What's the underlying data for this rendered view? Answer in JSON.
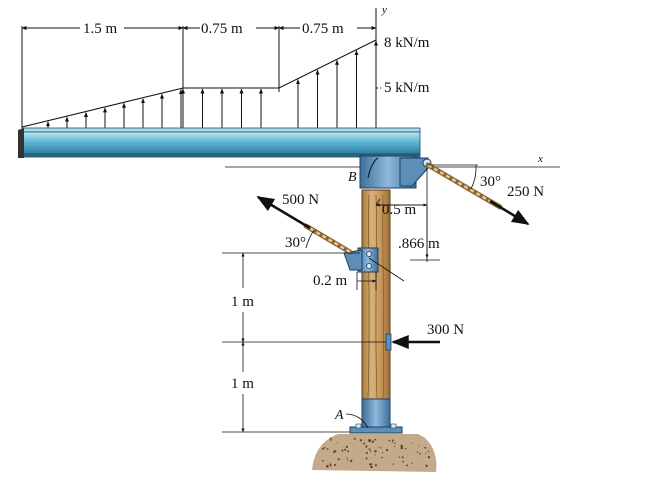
{
  "dimensions": {
    "seg1": "1.5 m",
    "seg2": "0.75 m",
    "seg3": "0.75 m",
    "height1": "1 m",
    "height2": "1 m",
    "offset_02": "0.2 m",
    "offset_05": "0.5 m",
    "offset_0866": ".866 m"
  },
  "loads": {
    "peak": "8 kN/m",
    "uniform": "5 kN/m",
    "force_500": "500 N",
    "force_250": "250 N",
    "force_300": "300 N",
    "angle_left": "30°",
    "angle_right": "30°"
  },
  "axes": {
    "x": "x",
    "y": "y"
  },
  "points": {
    "A": "A",
    "B": "B"
  },
  "colors": {
    "beam": "#49a6c6",
    "beam_light": "#a8dcec",
    "steel": "#5c8fb8",
    "wood": "#c9a066",
    "ground": "#c4a98a"
  }
}
